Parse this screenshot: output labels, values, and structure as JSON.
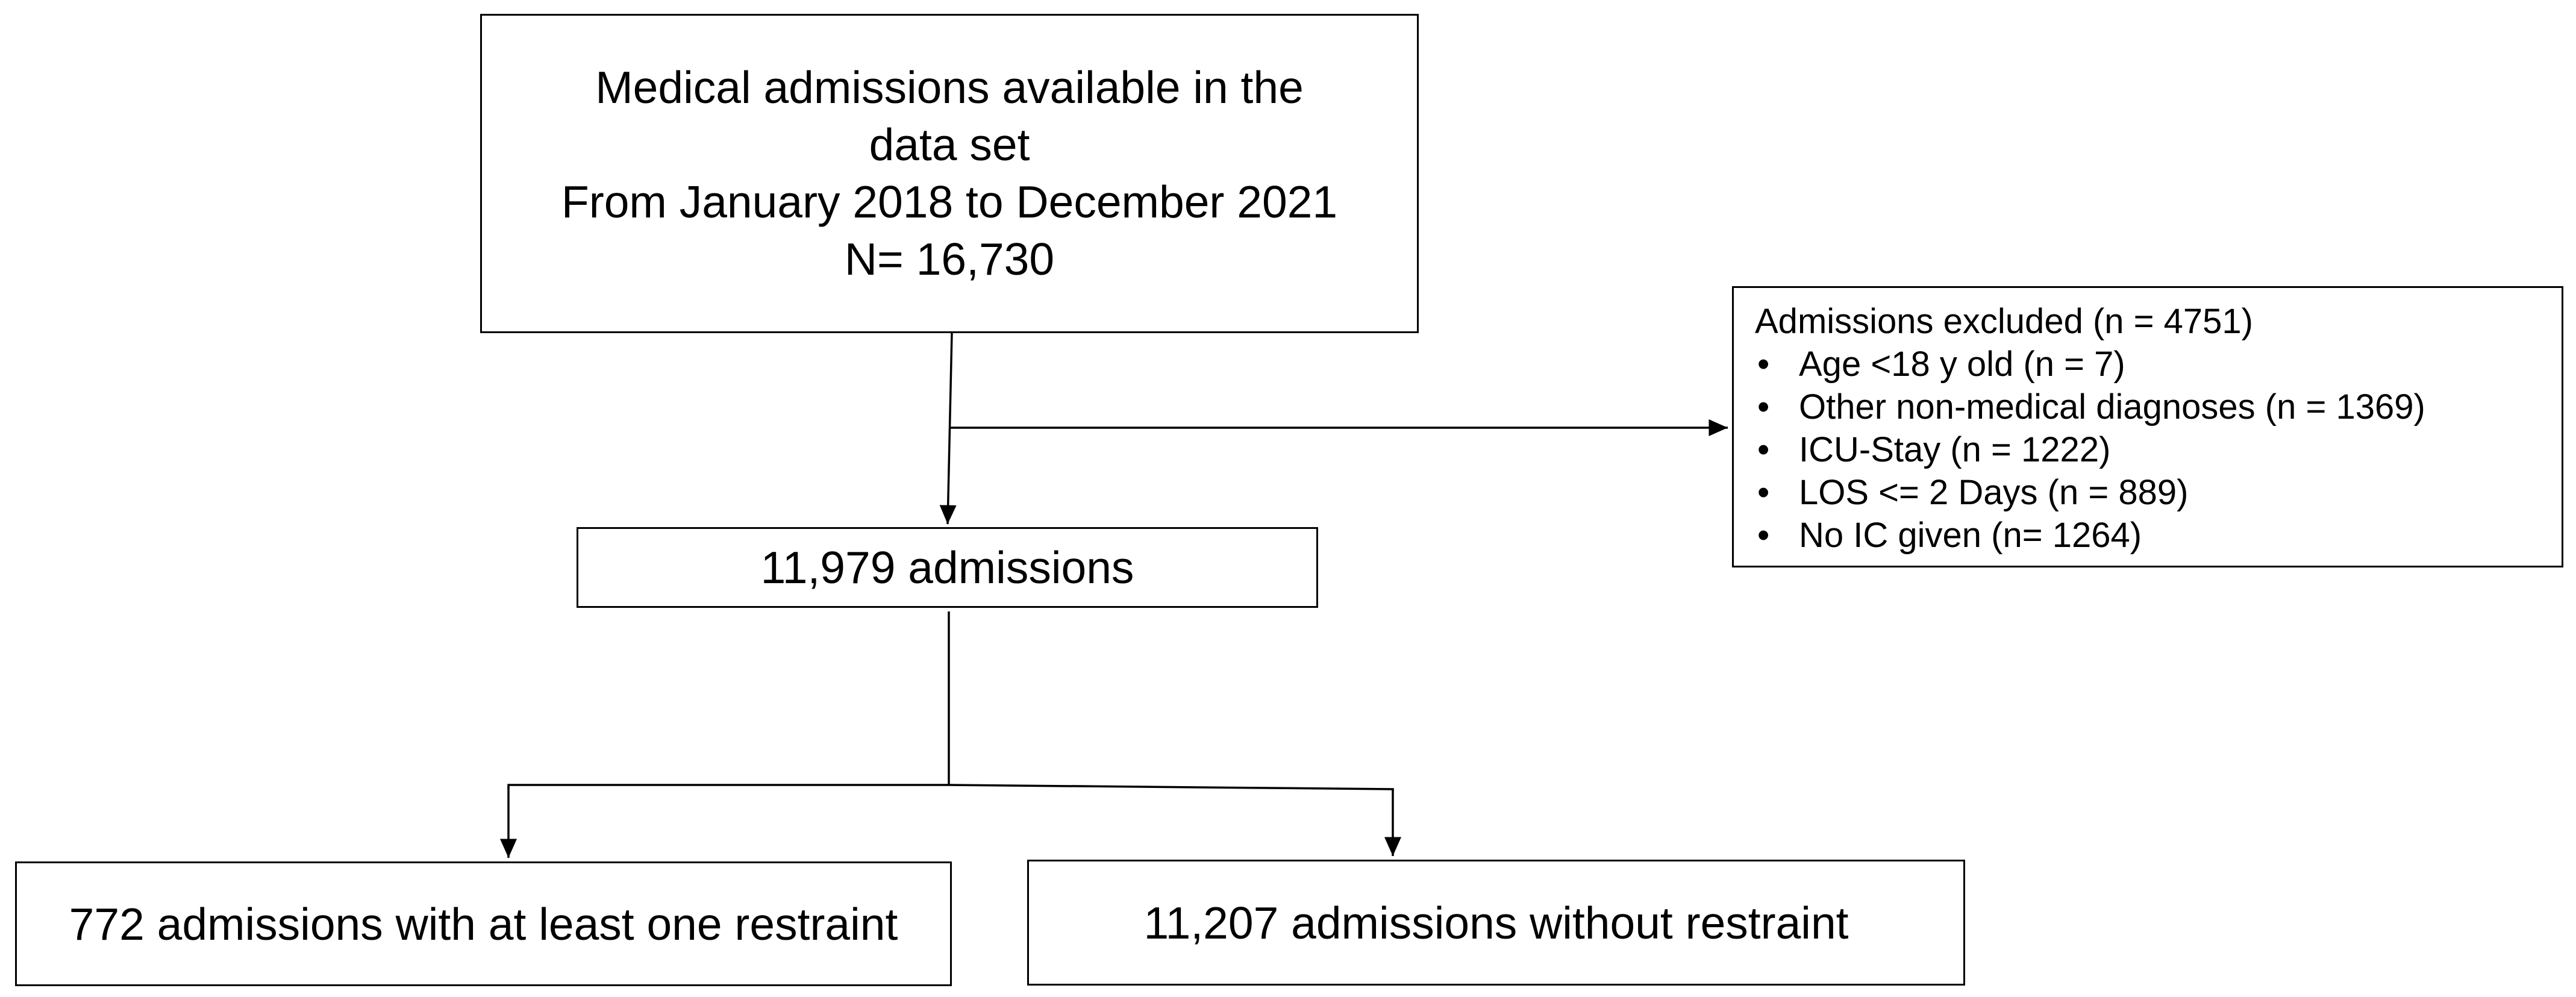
{
  "source_box": {
    "lines": [
      "Medical admissions available in the",
      "data set",
      "From January 2018 to December 2021",
      "N= 16,730"
    ]
  },
  "excluded_box": {
    "title": "Admissions excluded (n = 4751)",
    "bullet": "•",
    "items": [
      "Age <18 y old (n = 7)",
      "Other non-medical diagnoses (n = 1369)",
      "ICU-Stay (n = 1222)",
      "LOS <= 2 Days (n = 889)",
      "No IC given (n= 1264)"
    ]
  },
  "included_box": {
    "label": "11,979 admissions"
  },
  "restraint_box": {
    "label": "772 admissions with at least one restraint"
  },
  "no_restraint_box": {
    "label": "11,207 admissions without restraint"
  }
}
